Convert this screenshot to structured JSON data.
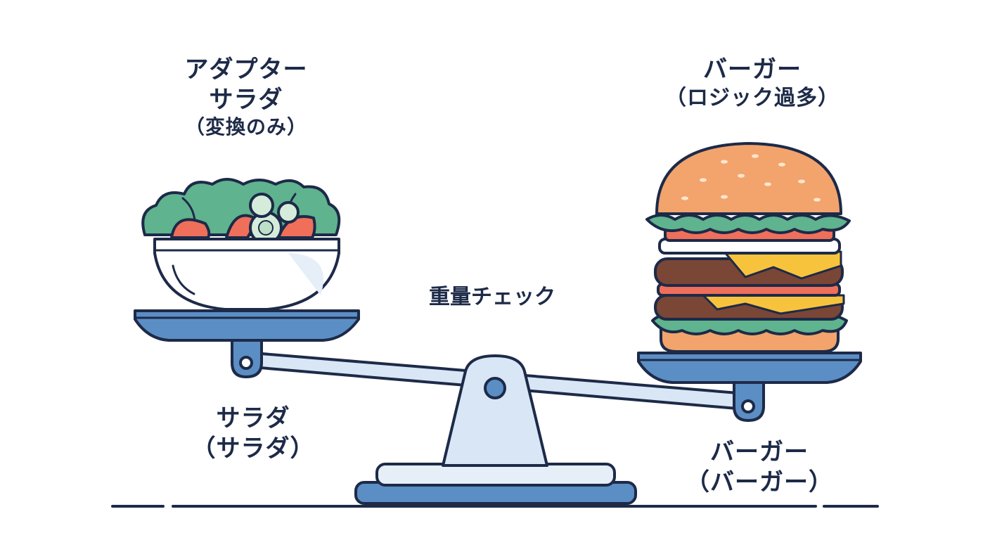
{
  "left_top": {
    "line1": "アダプター",
    "line2": "サラダ",
    "line3": "（変換のみ）"
  },
  "right_top": {
    "line1": "バーガー",
    "line2": "（ロジック過多）"
  },
  "center_label": "重量チェック",
  "left_bottom": {
    "line1": "サラダ",
    "line2": "（サラダ）"
  },
  "right_bottom": {
    "line1": "バーガー",
    "line2": "（バーガー）"
  },
  "colors": {
    "outline": "#1d2a48",
    "pan_blue": "#5b8ec4",
    "pan_light": "#e6eef8",
    "beam_light": "#d9e6f5",
    "bun": "#f2a46c",
    "lettuce": "#5fb38e",
    "tomato": "#ef6f5a",
    "patty": "#7a4636",
    "cheese": "#f8c33c"
  }
}
